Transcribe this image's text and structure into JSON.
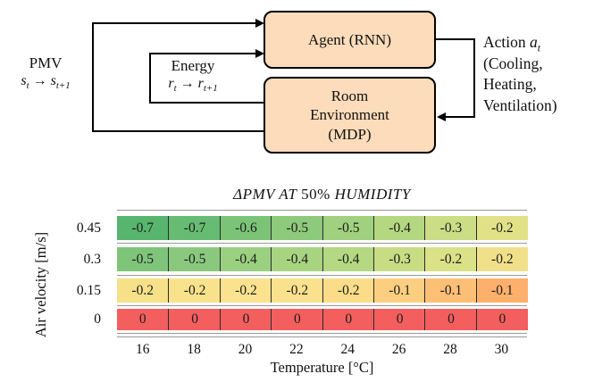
{
  "diagram": {
    "agent_label": "Agent (RNN)",
    "room_lines": [
      "Room",
      "Environment",
      "(MDP)"
    ],
    "pmv": {
      "name": "PMV",
      "v1": "s",
      "v1sub": "t",
      "arrow": "→",
      "v2": "s",
      "v2sub": "t+1"
    },
    "energy": {
      "name": "Energy",
      "v1": "r",
      "v1sub": "t",
      "arrow": "→",
      "v2": "r",
      "v2sub": "t+1"
    },
    "action": {
      "word": "Action",
      "var": "a",
      "varsub": "t",
      "line2": "(Cooling,",
      "line3": "Heating,",
      "line4": "Ventilation)"
    },
    "box_fill": "#fcdcba",
    "box_border": "#000000"
  },
  "chart_data": {
    "type": "heatmap",
    "title_parts": [
      "ΔPMV AT",
      "50%",
      "HUMIDITY"
    ],
    "xlabel": "Temperature [°C]",
    "ylabel": "Air velocity [m/s]",
    "columns": [
      "16",
      "18",
      "20",
      "22",
      "24",
      "26",
      "28",
      "30"
    ],
    "rows": [
      "0.45",
      "0.3",
      "0.15",
      "0"
    ],
    "values": [
      [
        -0.7,
        -0.7,
        -0.6,
        -0.5,
        -0.5,
        -0.4,
        -0.3,
        -0.2
      ],
      [
        -0.5,
        -0.5,
        -0.4,
        -0.4,
        -0.4,
        -0.3,
        -0.2,
        -0.2
      ],
      [
        -0.2,
        -0.2,
        -0.2,
        -0.2,
        -0.2,
        -0.1,
        -0.1,
        -0.1
      ],
      [
        0,
        0,
        0,
        0,
        0,
        0,
        0,
        0
      ]
    ],
    "cell_colors": [
      [
        "#58b56e",
        "#67bc73",
        "#7bc477",
        "#8eca7b",
        "#a0d17e",
        "#b3d881",
        "#cbdd85",
        "#e1e287"
      ],
      [
        "#7ec57a",
        "#8ac97d",
        "#9ad07f",
        "#a8d481",
        "#b5d882",
        "#c8dc84",
        "#dae187",
        "#f0e089"
      ],
      [
        "#f6e189",
        "#f9e28c",
        "#fae28e",
        "#fae18e",
        "#fbdd89",
        "#fccf80",
        "#fcbf75",
        "#fcb06b"
      ],
      [
        "#f25f5e",
        "#f25f5e",
        "#f25f5e",
        "#f25f5e",
        "#f25f5e",
        "#f25f5e",
        "#f25f5e",
        "#f25f5e"
      ]
    ],
    "value_range": [
      -0.7,
      0
    ],
    "grid_line_color": "#2b2b2b",
    "rule_color": "#999999",
    "value_color": "#1c1c1c"
  }
}
